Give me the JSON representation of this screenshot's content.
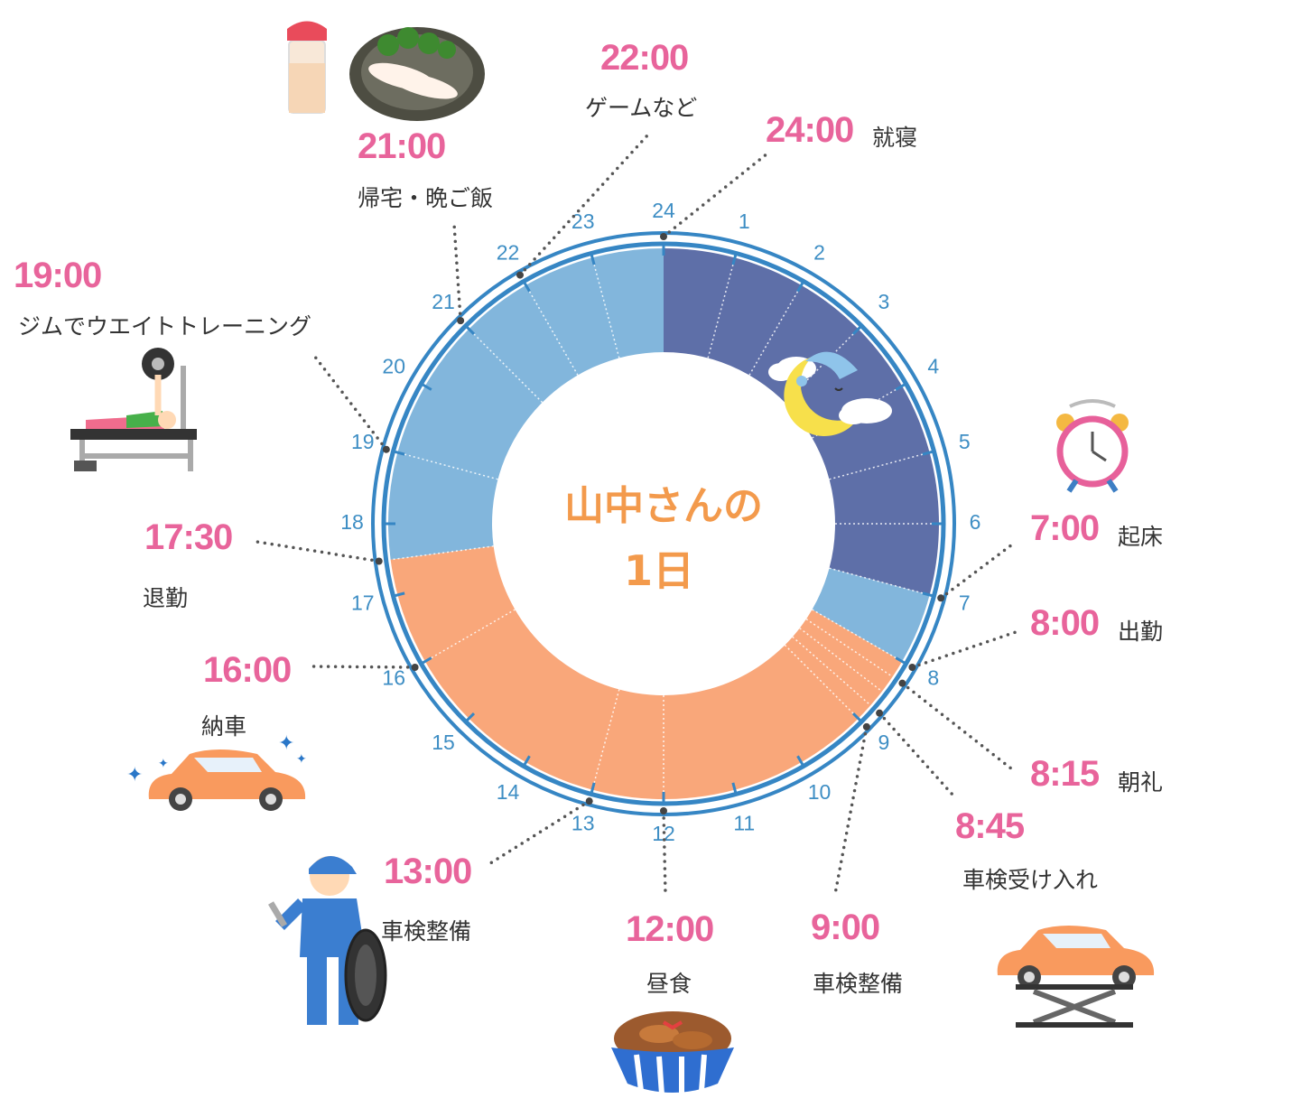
{
  "title": {
    "line1": "山中さんの",
    "line2": "1日"
  },
  "colors": {
    "sleep": "#5e6fa8",
    "free": "#82b6dc",
    "work": "#f9a77a",
    "ring": "#3686c4",
    "time_text": "#e8649b",
    "title_text": "#f39a4c",
    "hour_numbers": "#3e8ec4"
  },
  "hour_numbers": [
    "24",
    "1",
    "2",
    "3",
    "4",
    "5",
    "6",
    "7",
    "8",
    "9",
    "10",
    "11",
    "12",
    "13",
    "14",
    "15",
    "16",
    "17",
    "18",
    "19",
    "20",
    "21",
    "22",
    "23"
  ],
  "segments": [
    {
      "start": 0,
      "end": 7,
      "type": "sleep"
    },
    {
      "start": 7,
      "end": 8,
      "type": "free"
    },
    {
      "start": 8,
      "end": 17.5,
      "type": "work"
    },
    {
      "start": 17.5,
      "end": 24,
      "type": "free"
    }
  ],
  "events": [
    {
      "hour": 24,
      "time": "24:00",
      "label": "就寝"
    },
    {
      "hour": 7,
      "time": "7:00",
      "label": "起床",
      "icon": "alarm-clock-icon"
    },
    {
      "hour": 8,
      "time": "8:00",
      "label": "出勤"
    },
    {
      "hour": 8.25,
      "time": "8:15",
      "label": "朝礼"
    },
    {
      "hour": 8.75,
      "time": "8:45",
      "label": "車検受け入れ",
      "icon": "car-lift-icon"
    },
    {
      "hour": 9,
      "time": "9:00",
      "label": "車検整備"
    },
    {
      "hour": 12,
      "time": "12:00",
      "label": "昼食",
      "icon": "rice-bowl-icon"
    },
    {
      "hour": 13,
      "time": "13:00",
      "label": "車検整備",
      "icon": "mechanic-icon"
    },
    {
      "hour": 16,
      "time": "16:00",
      "label": "納車",
      "icon": "shiny-car-icon"
    },
    {
      "hour": 17.5,
      "time": "17:30",
      "label": "退勤"
    },
    {
      "hour": 19,
      "time": "19:00",
      "label": "ジムでウエイトトレーニング",
      "icon": "bench-press-icon"
    },
    {
      "hour": 21,
      "time": "21:00",
      "label": "帰宅・晩ご飯",
      "icon": "chicken-meal-icon"
    },
    {
      "hour": 22,
      "time": "22:00",
      "label": "ゲームなど"
    }
  ],
  "sleep_icon": "moon-sleeping-icon"
}
